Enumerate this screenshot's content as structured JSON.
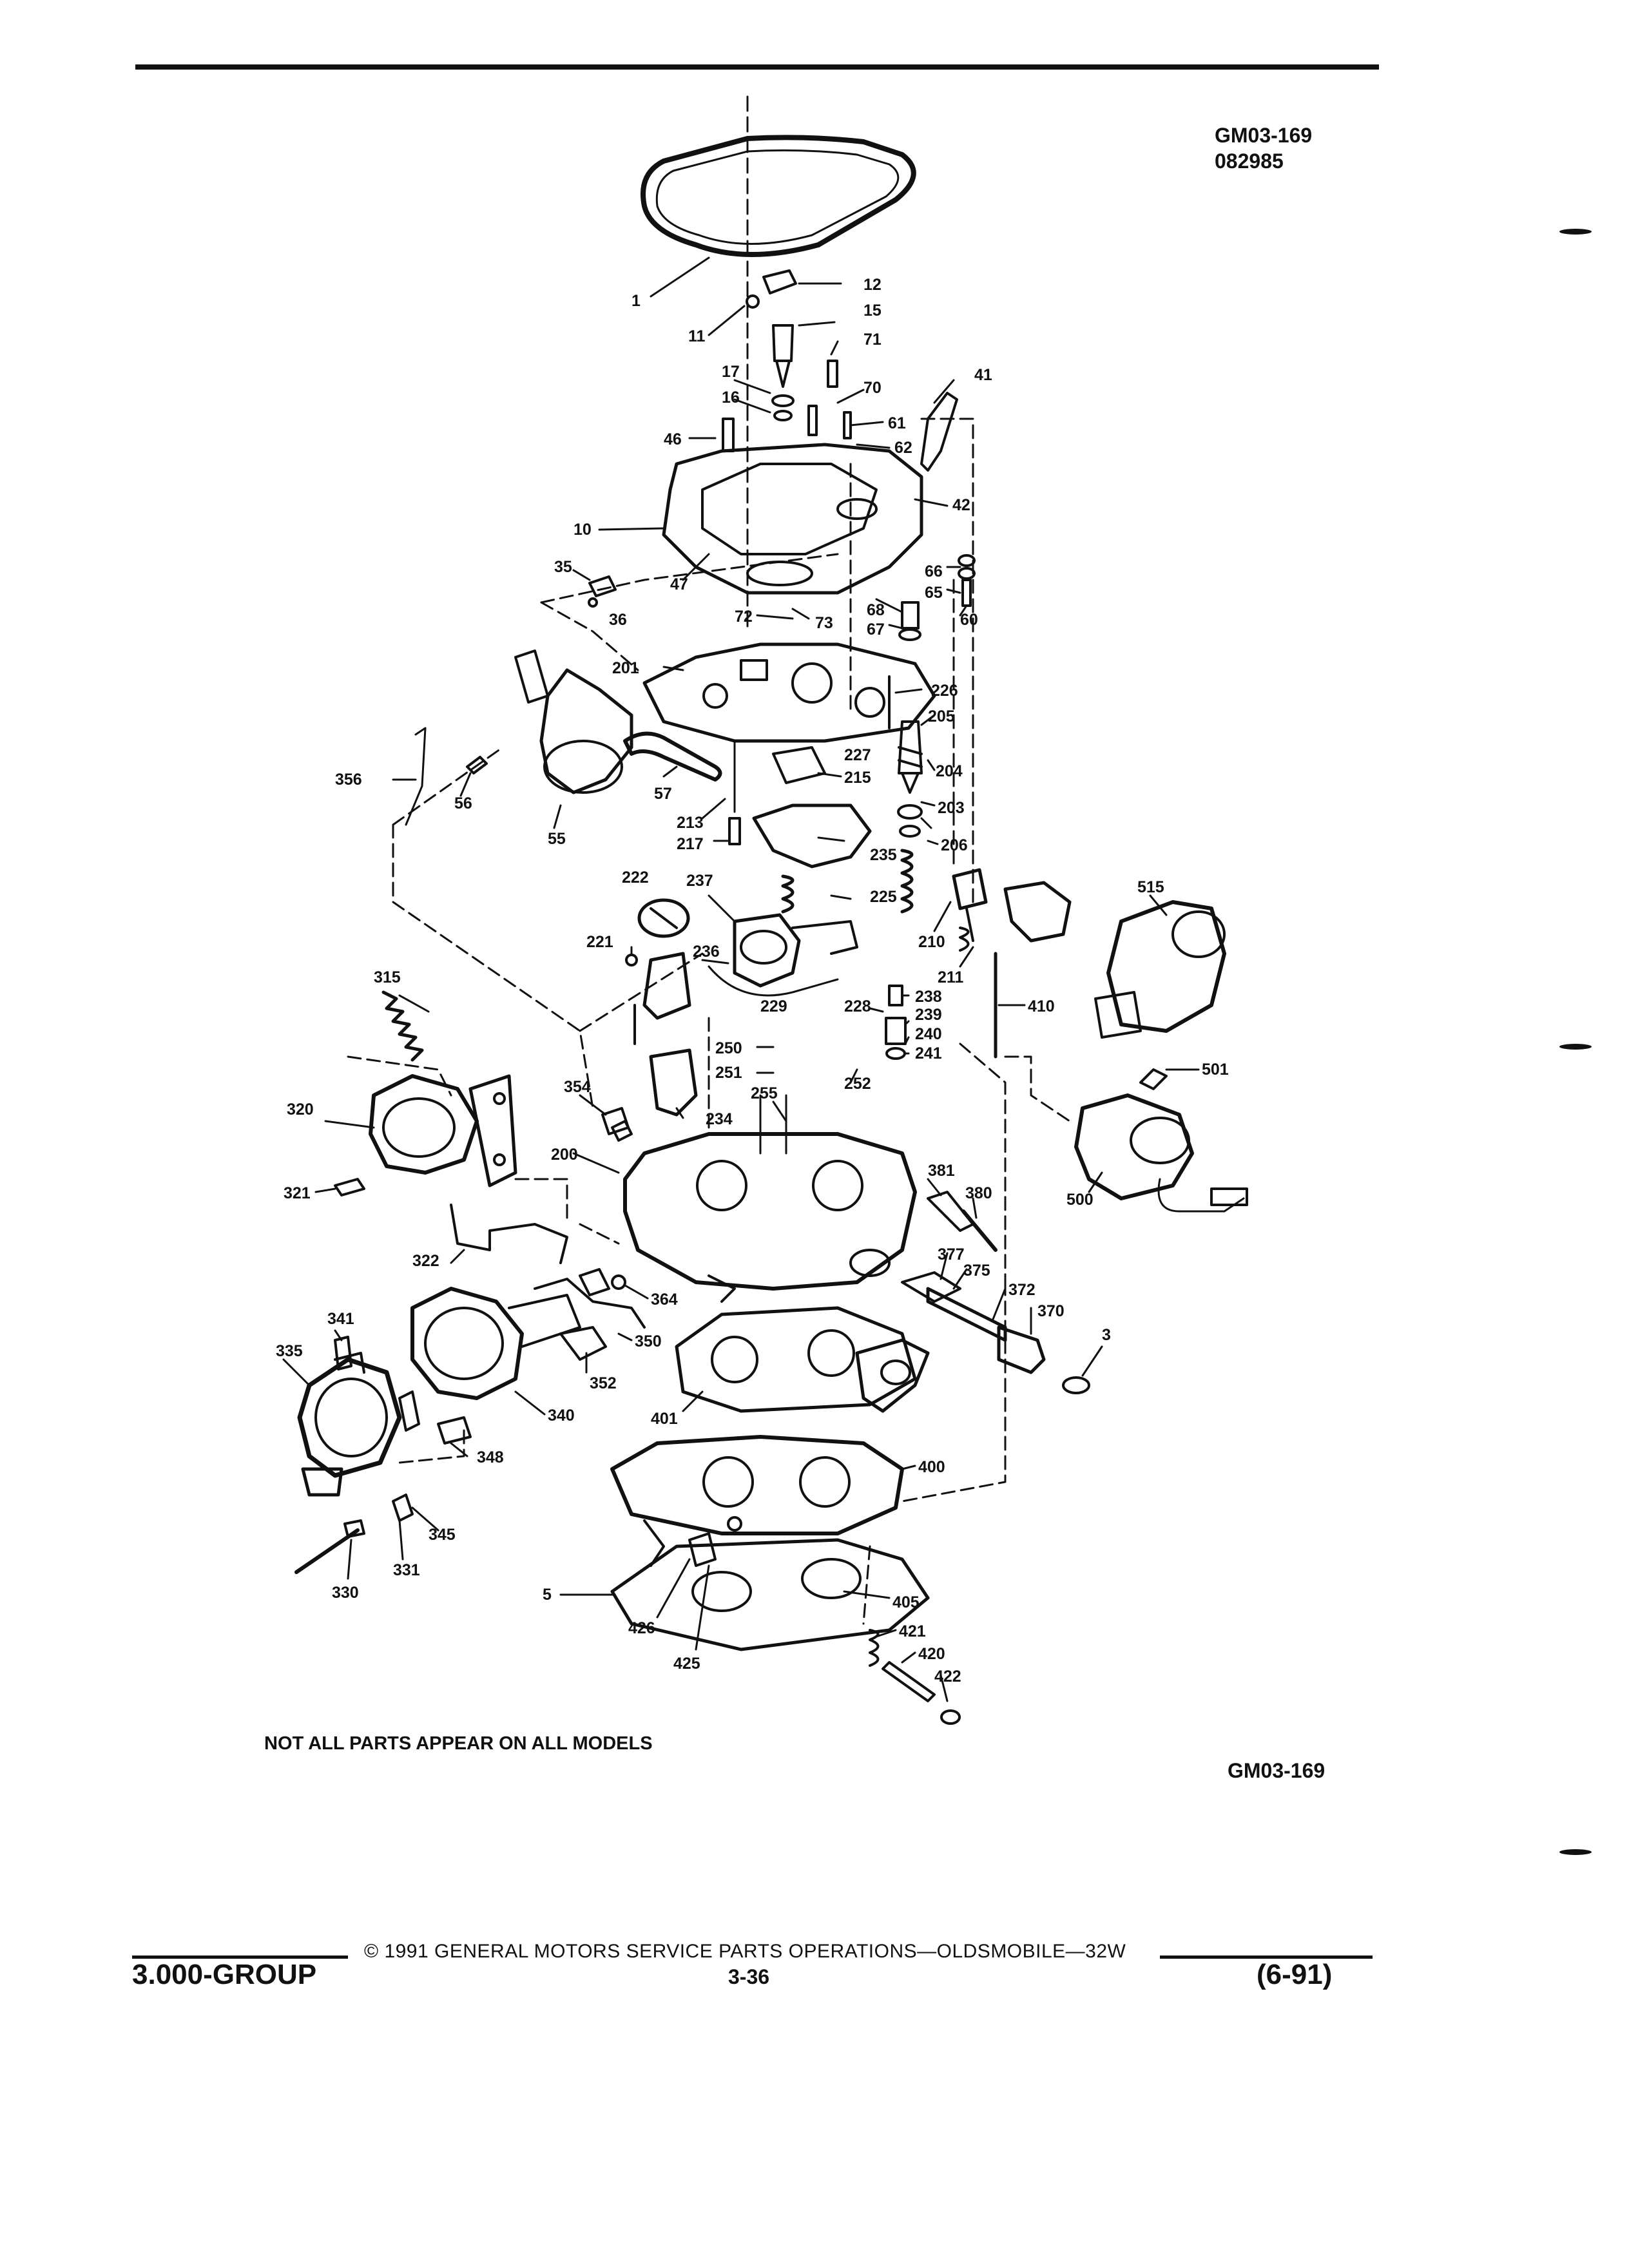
{
  "header": {
    "ref_code_line1": "GM03-169",
    "ref_code_line2": "082985"
  },
  "diagram": {
    "parts": [
      {
        "id": "1"
      },
      {
        "id": "3"
      },
      {
        "id": "5"
      },
      {
        "id": "10"
      },
      {
        "id": "11"
      },
      {
        "id": "12"
      },
      {
        "id": "15"
      },
      {
        "id": "16"
      },
      {
        "id": "17"
      },
      {
        "id": "35"
      },
      {
        "id": "36"
      },
      {
        "id": "41"
      },
      {
        "id": "42"
      },
      {
        "id": "46"
      },
      {
        "id": "47"
      },
      {
        "id": "55"
      },
      {
        "id": "56"
      },
      {
        "id": "57"
      },
      {
        "id": "60"
      },
      {
        "id": "61"
      },
      {
        "id": "62"
      },
      {
        "id": "65"
      },
      {
        "id": "66"
      },
      {
        "id": "67"
      },
      {
        "id": "68"
      },
      {
        "id": "70"
      },
      {
        "id": "71"
      },
      {
        "id": "72"
      },
      {
        "id": "73"
      },
      {
        "id": "200"
      },
      {
        "id": "201"
      },
      {
        "id": "203"
      },
      {
        "id": "204"
      },
      {
        "id": "205"
      },
      {
        "id": "206"
      },
      {
        "id": "210"
      },
      {
        "id": "211"
      },
      {
        "id": "213"
      },
      {
        "id": "215"
      },
      {
        "id": "217"
      },
      {
        "id": "221"
      },
      {
        "id": "222"
      },
      {
        "id": "225"
      },
      {
        "id": "226"
      },
      {
        "id": "227"
      },
      {
        "id": "228"
      },
      {
        "id": "229"
      },
      {
        "id": "234"
      },
      {
        "id": "235"
      },
      {
        "id": "236"
      },
      {
        "id": "237"
      },
      {
        "id": "238"
      },
      {
        "id": "239"
      },
      {
        "id": "240"
      },
      {
        "id": "241"
      },
      {
        "id": "250"
      },
      {
        "id": "251"
      },
      {
        "id": "252"
      },
      {
        "id": "255"
      },
      {
        "id": "315"
      },
      {
        "id": "320"
      },
      {
        "id": "321"
      },
      {
        "id": "322"
      },
      {
        "id": "330"
      },
      {
        "id": "331"
      },
      {
        "id": "335"
      },
      {
        "id": "340"
      },
      {
        "id": "341"
      },
      {
        "id": "345"
      },
      {
        "id": "348"
      },
      {
        "id": "350"
      },
      {
        "id": "352"
      },
      {
        "id": "354"
      },
      {
        "id": "356"
      },
      {
        "id": "364"
      },
      {
        "id": "370"
      },
      {
        "id": "372"
      },
      {
        "id": "375"
      },
      {
        "id": "377"
      },
      {
        "id": "380"
      },
      {
        "id": "381"
      },
      {
        "id": "400"
      },
      {
        "id": "401"
      },
      {
        "id": "405"
      },
      {
        "id": "410"
      },
      {
        "id": "420"
      },
      {
        "id": "421"
      },
      {
        "id": "422"
      },
      {
        "id": "425"
      },
      {
        "id": "426"
      },
      {
        "id": "500"
      },
      {
        "id": "501"
      },
      {
        "id": "515"
      }
    ]
  },
  "note": "NOT ALL PARTS APPEAR ON ALL MODELS",
  "figure_code": "GM03-169",
  "footer": {
    "copyright": "© 1991 GENERAL MOTORS SERVICE PARTS OPERATIONS—OLDSMOBILE—32W",
    "group_code": "3.000-GROUP",
    "page_number": "3-36",
    "revision": "(6-91)"
  }
}
